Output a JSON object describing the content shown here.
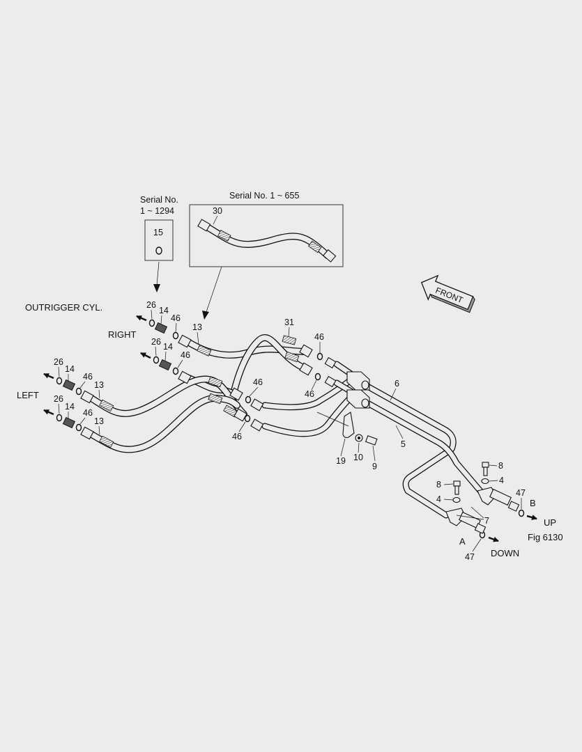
{
  "figure": {
    "fig_no": "Fig 6130",
    "outrigger_title": "OUTRIGGER CYL.",
    "side_right": "RIGHT",
    "side_left": "LEFT",
    "front": "FRONT",
    "port_a": "A",
    "port_b": "B",
    "dir_up": "UP",
    "dir_down": "DOWN"
  },
  "inset_serial_1294": {
    "line1": "Serial No.",
    "line2": "1 ~ 1294",
    "part": "15"
  },
  "inset_serial_655": {
    "title": "Serial No. 1 ~ 655",
    "part": "30"
  },
  "callouts": {
    "c13_upper": "13",
    "c13_left1": "13",
    "c13_left2": "13",
    "c26_r1": "26",
    "c14_r1": "14",
    "c46_r1": "46",
    "c26_r2": "26",
    "c14_r2": "14",
    "c46_r2": "46",
    "c26_l1": "26",
    "c14_l1": "14",
    "c46_l1": "46",
    "c26_l2": "26",
    "c14_l2": "14",
    "c46_l2": "46",
    "c31": "31",
    "c46_a": "46",
    "c46_b": "46",
    "c46_c": "46",
    "c46_d": "46",
    "c6": "6",
    "c5": "5",
    "c19": "19",
    "c10": "10",
    "c9": "9",
    "c8_a": "8",
    "c8_b": "8",
    "c4_a": "4",
    "c4_b": "4",
    "c7": "7",
    "c47_a": "47",
    "c47_b": "47"
  }
}
